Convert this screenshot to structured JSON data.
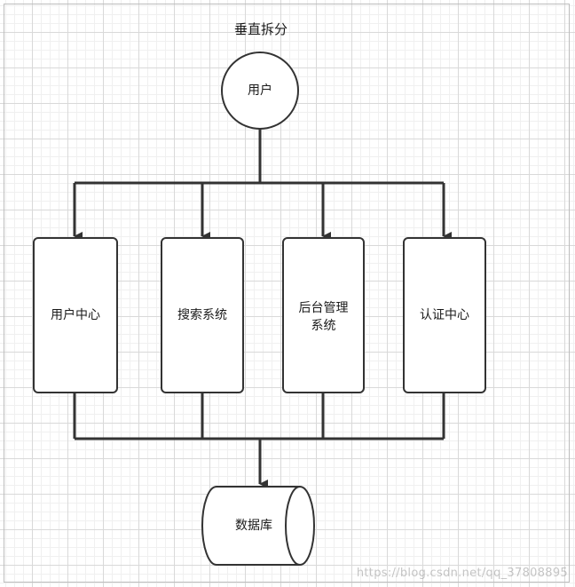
{
  "diagram": {
    "title": "垂直拆分",
    "user_node": "用户",
    "services": [
      {
        "label": "用户中心"
      },
      {
        "label": "搜索系统"
      },
      {
        "label": "后台管理系统"
      },
      {
        "label": "认证中心"
      }
    ],
    "database_node": "数据库"
  },
  "watermark": "https://blog.csdn.net/qq_37808895",
  "colors": {
    "stroke": "#333333",
    "node_fill": "#ffffff",
    "grid": "#d9d9d9"
  }
}
